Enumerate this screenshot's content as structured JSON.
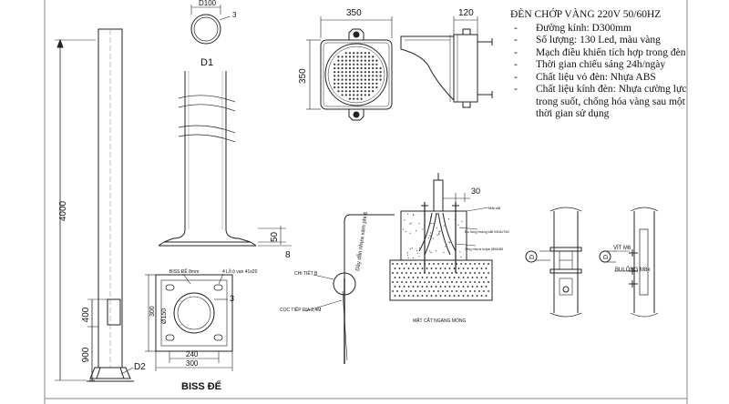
{
  "spec": {
    "title": "ĐÈN CHỚP VÀNG 220V 50/60HZ",
    "items": [
      "Đường kính: D300mm",
      "Số lượng: 130 Led, màu vàng",
      "Mạch điều khiển tích hợp trong đèn",
      "Thời gian chiếu sáng 24h/ngày",
      "Chất liệu vỏ đèn: Nhựa ABS",
      "Chất liệu kính đèn: Nhựa cường lực trong suốt, chống hóa vàng sau một thời gian sử dụng"
    ]
  },
  "pole": {
    "total_height": "4000",
    "lower_dim": "900",
    "mid_dim": "400",
    "base_label": "D2"
  },
  "pipe": {
    "diameter": "D100",
    "thickness": "3",
    "section_label": "D1",
    "flange_height": "50",
    "flange_thickness": "8"
  },
  "lamp": {
    "width": "350",
    "height": "350",
    "depth": "120"
  },
  "base_plate": {
    "title": "BISS ĐẾ",
    "plate_note": "BISS ĐẾ 8mm",
    "hole_note": "4 Lỗ ộ vạn 41x20",
    "inner_dim": "240",
    "outer_dim": "300",
    "side_dim": "300",
    "hole_dim": "Ø150",
    "thickness": "3"
  },
  "foundation": {
    "cable_label": "Dây dẫn nhựa xám phi 6",
    "detail_label": "CHI TIẾT B",
    "ground_label": "CỌC TIẾP ĐỊA 2,4M",
    "bolt_dim": "30",
    "pipe_note": "Ống nhựa hdpe Ø65/50",
    "bolt_note": "Bu lông móng sắt M16x750",
    "section_label": "MẶT CẮT NGANG MÓNG",
    "top_note": "Mặt sắt"
  },
  "bracket": {
    "marker_a": "D",
    "marker_b": "D",
    "screw_label": "VÍT M6",
    "bolt_label": "BULÔNG M8x"
  }
}
